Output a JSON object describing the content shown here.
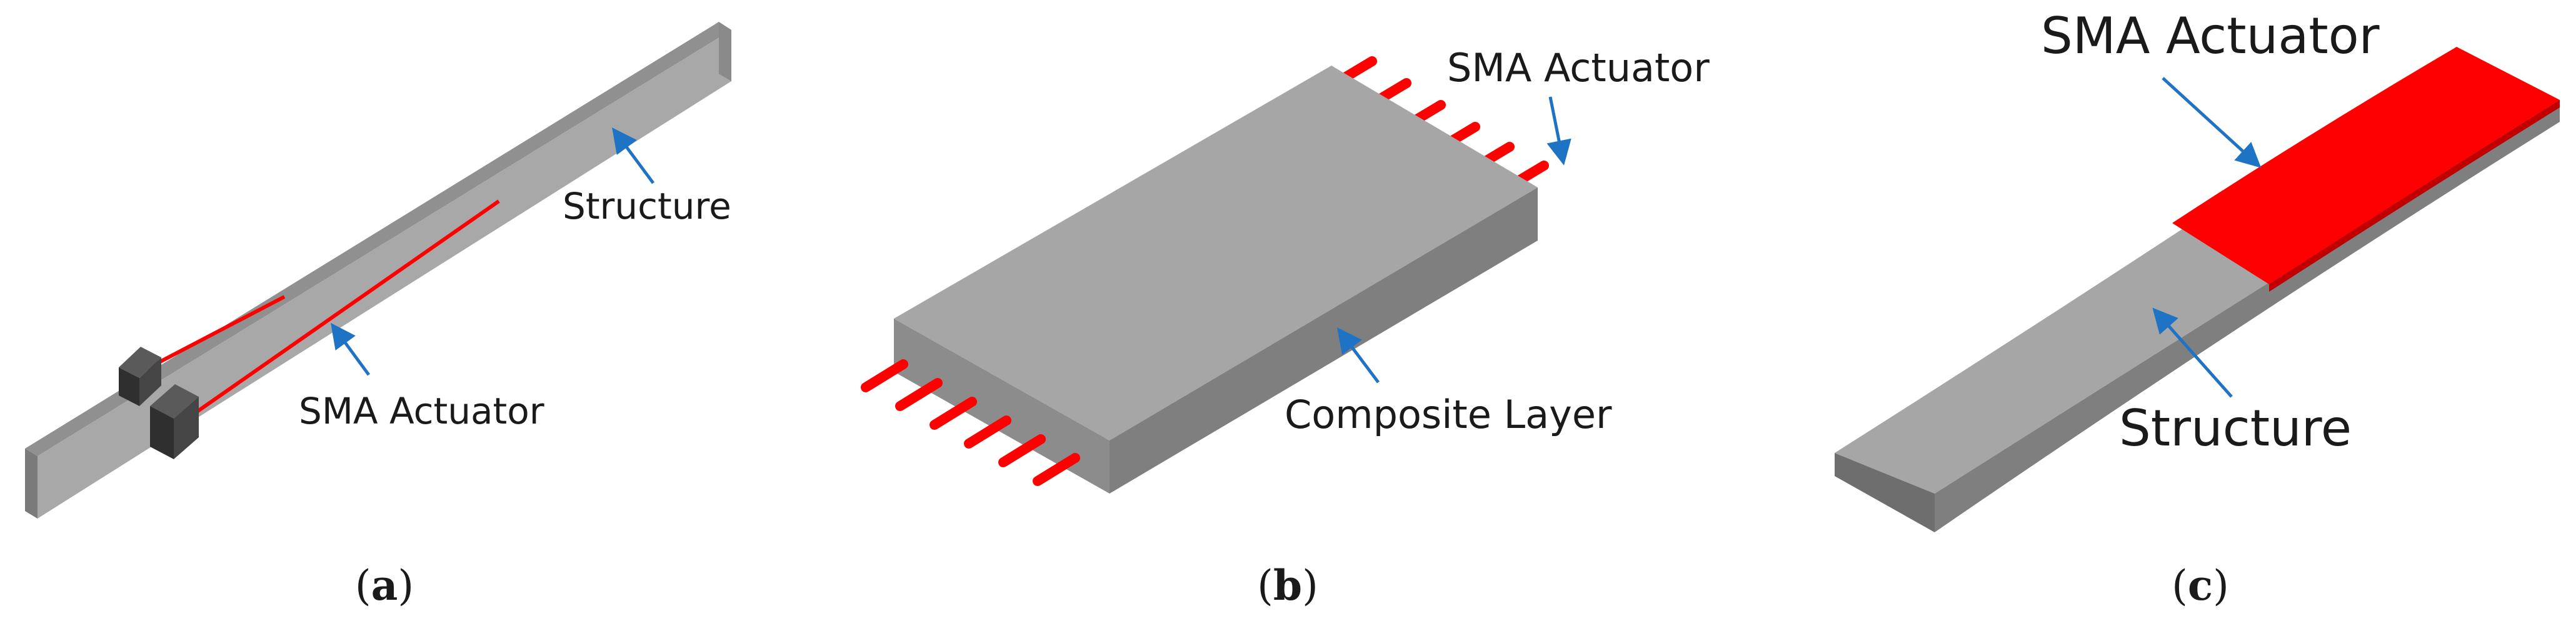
{
  "panels": {
    "a": {
      "caption_letter": "a",
      "labels": {
        "structure": "Structure",
        "actuator": "SMA Actuator"
      }
    },
    "b": {
      "caption_letter": "b",
      "labels": {
        "actuator": "SMA Actuator",
        "layer": "Composite Layer"
      }
    },
    "c": {
      "caption_letter": "c",
      "labels": {
        "actuator": "SMA Actuator",
        "structure": "Structure"
      }
    }
  },
  "colors": {
    "structure_top": "#a6a6a6",
    "structure_side": "#7f7f7f",
    "actuator_red": "#ff0000",
    "arrow_blue": "#1f73c4",
    "clamp_dark": "#3c3c3c"
  }
}
